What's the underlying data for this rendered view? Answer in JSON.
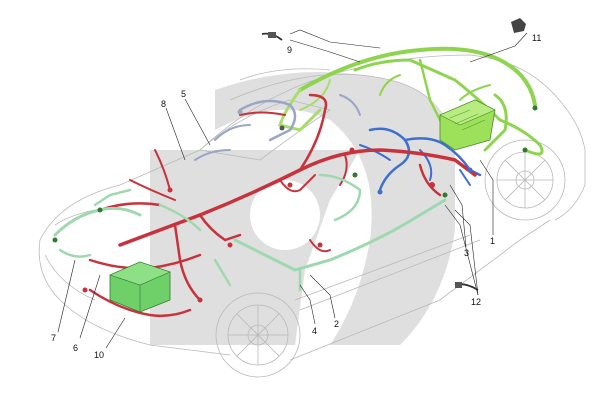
{
  "callouts": [
    {
      "id": "c1",
      "label": "1"
    },
    {
      "id": "c2",
      "label": "2"
    },
    {
      "id": "c3",
      "label": "3"
    },
    {
      "id": "c4",
      "label": "4"
    },
    {
      "id": "c5",
      "label": "5"
    },
    {
      "id": "c6",
      "label": "6"
    },
    {
      "id": "c7",
      "label": "7"
    },
    {
      "id": "c8",
      "label": "8"
    },
    {
      "id": "c9",
      "label": "9"
    },
    {
      "id": "c10",
      "label": "10"
    },
    {
      "id": "c11",
      "label": "11"
    },
    {
      "id": "c12",
      "label": "12"
    }
  ],
  "colors": {
    "harness_green_light": "#8fd44e",
    "harness_green_pale": "#9fd8b0",
    "harness_red": "#c8323c",
    "harness_blue": "#3d6fd1",
    "harness_grey_blue": "#9aa6c4",
    "watermark_grey": "#cfcfcf",
    "battery_green": "#6fd06a",
    "fusebox_green": "#9de05a"
  }
}
